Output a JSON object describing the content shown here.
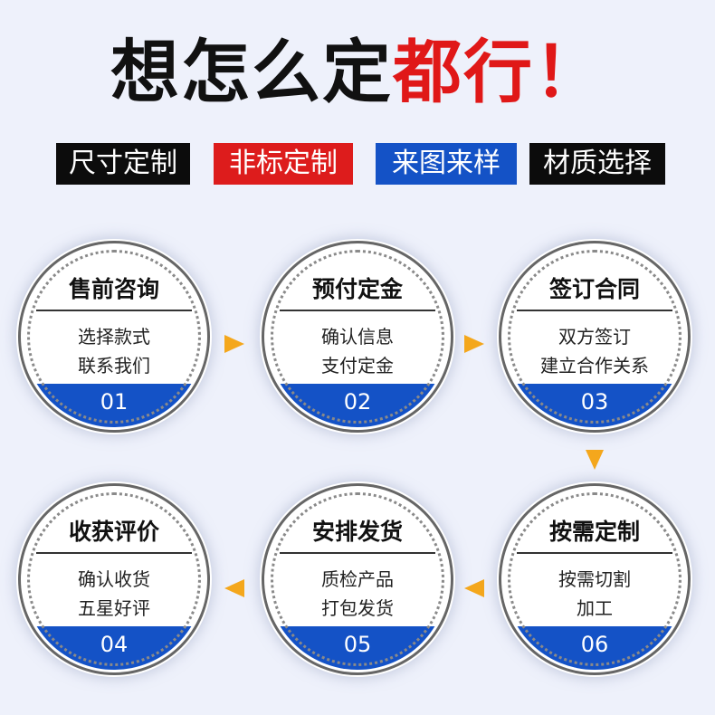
{
  "headline": {
    "black": "想怎么定",
    "red": "都行！"
  },
  "tags": [
    "尺寸定制",
    "非标定制",
    "来图来样",
    "材质选择"
  ],
  "steps": [
    {
      "title": "售前咨询",
      "line1": "选择款式",
      "line2": "联系我们",
      "num": "01"
    },
    {
      "title": "预付定金",
      "line1": "确认信息",
      "line2": "支付定金",
      "num": "02"
    },
    {
      "title": "签订合同",
      "line1": "双方签订",
      "line2": "建立合作关系",
      "num": "03"
    },
    {
      "title": "收获评价",
      "line1": "确认收货",
      "line2": "五星好评",
      "num": "04"
    },
    {
      "title": "安排发货",
      "line1": "质检产品",
      "line2": "打包发货",
      "num": "05"
    },
    {
      "title": "按需定制",
      "line1": "按需切割",
      "line2": "加工",
      "num": "06"
    }
  ],
  "colors": {
    "accent_red": "#e01818",
    "accent_blue": "#1452c6",
    "arrow": "#f4a71c"
  }
}
